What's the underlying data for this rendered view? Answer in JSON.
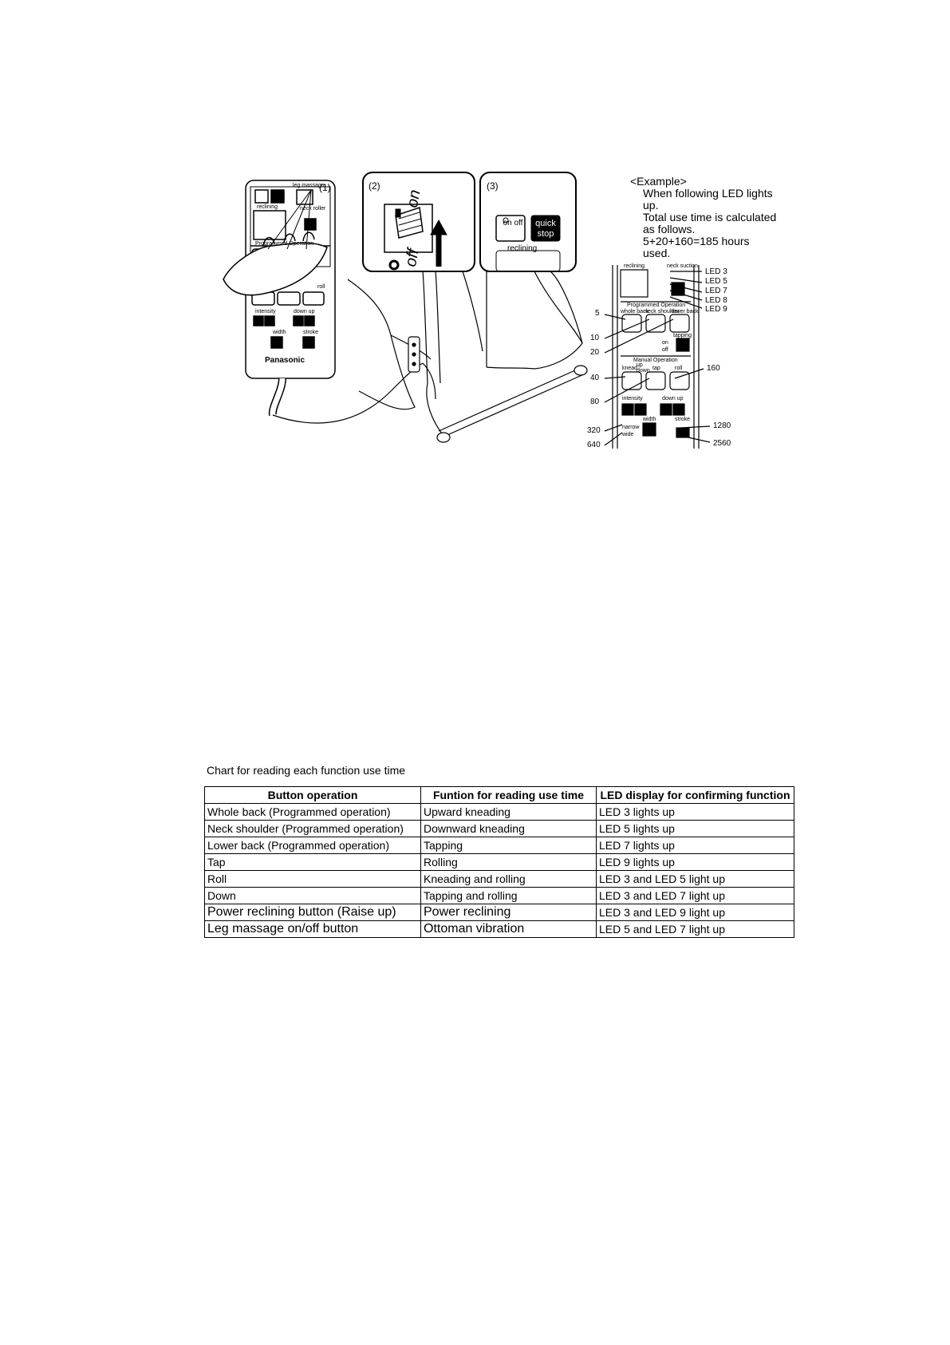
{
  "figure": {
    "callouts": {
      "c1": "(1)",
      "c2": "(2)",
      "c3": "(3)"
    },
    "remote": {
      "brand": "Panasonic",
      "quick_stop": "quick stop",
      "leg_massage": "leg massage",
      "neck_roller": "neck roller",
      "reclining": "reclining",
      "programmed": "Programmed Operation",
      "roll": "roll",
      "intensity": "intensity",
      "down_up": "down up",
      "width": "width",
      "stroke": "stroke",
      "on_off": "on off"
    },
    "switch": {
      "on_label": "on",
      "off_label": "off",
      "on_mark": "I",
      "off_mark": "O"
    },
    "panel3": {
      "on_off": "on off",
      "quick": "quick",
      "stop": "stop",
      "reclining": "reclining"
    },
    "example": {
      "head": "<Example>",
      "lines": [
        "When following LED lights",
        "up.",
        "Total use time is calculated",
        "as follows.",
        "5+20+160=185 hours",
        "used."
      ]
    },
    "detail": {
      "leds": [
        "LED 3",
        "LED 5",
        "LED 7",
        "LED 8",
        "LED 9"
      ],
      "numbers": [
        "5",
        "10",
        "20",
        "40",
        "80",
        "160",
        "320",
        "640",
        "1280",
        "2560"
      ],
      "reclining": "reclining",
      "neck_suction": "neck suction",
      "programmed": "Programmed Operation",
      "whole_back": "whole back",
      "neck_shoulder": "neck shoulder",
      "lower_back": "lower back",
      "tapping": "tapping",
      "on": "on",
      "off": "off",
      "manual": "Manual Operation",
      "knead": "knead",
      "up": "up",
      "down": "down",
      "tap": "tap",
      "roll": "roll",
      "intensity": "intensity",
      "down_up": "down up",
      "width": "width",
      "stroke": "stroke",
      "narrow": "narrow",
      "wide": "wide"
    }
  },
  "chart": {
    "caption": "Chart for reading each function use time",
    "headers": [
      "Button operation",
      "Funtion for reading use time",
      "LED display for confirming function"
    ],
    "rows": [
      [
        "Whole back (Programmed operation)",
        "Upward kneading",
        "LED 3 lights up"
      ],
      [
        "Neck shoulder (Programmed operation)",
        "Downward kneading",
        "LED 5 lights up"
      ],
      [
        "Lower back (Programmed operation)",
        "Tapping",
        "LED 7 lights up"
      ],
      [
        "Tap",
        "Rolling",
        "LED 9 lights up"
      ],
      [
        "Roll",
        "Kneading and rolling",
        "LED 3 and LED 5 light up"
      ],
      [
        "Down",
        "Tapping and rolling",
        "LED 3 and LED 7 light up"
      ],
      [
        "Power reclining button (Raise up)",
        "Power reclining",
        "LED 3 and LED 9 light up"
      ],
      [
        "Leg massage on/off button",
        "Ottoman vibration",
        "LED 5 and LED 7 light up"
      ]
    ]
  }
}
